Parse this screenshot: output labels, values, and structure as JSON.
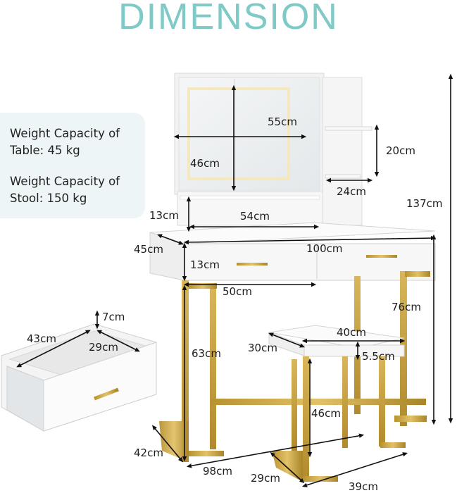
{
  "title": "DIMENSION",
  "info": {
    "table_line1": "Weight Capacity of",
    "table_line2": "Table: 45 kg",
    "stool_line1": "Weight Capacity of",
    "stool_line2": "Stool: 150 kg"
  },
  "dims": {
    "mirror_width": "55cm",
    "mirror_height": "46cm",
    "shelf_height": "20cm",
    "shelf_width": "24cm",
    "total_height": "137cm",
    "cubby_height": "13cm",
    "cubby_width": "54cm",
    "table_depth": "45cm",
    "table_width": "100cm",
    "drawer_front_height": "13cm",
    "drawer_front_width": "50cm",
    "table_height": "76cm",
    "drawer_height": "7cm",
    "drawer_width": "43cm",
    "drawer_depth": "29cm",
    "stool_width": "40cm",
    "stool_depth": "30cm",
    "cushion_height": "5.5cm",
    "leg_height": "63cm",
    "stool_height": "46cm",
    "base_depth": "42cm",
    "base_width": "98cm",
    "stool_base_depth": "29cm",
    "stool_base_width": "39cm"
  }
}
